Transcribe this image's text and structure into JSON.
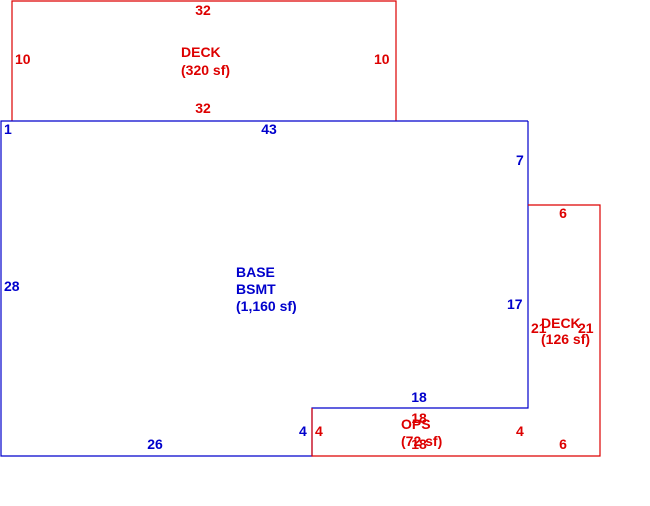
{
  "colors": {
    "base": "#0000cc",
    "addition": "#dd0000"
  },
  "deck_top": {
    "name": "DECK",
    "area": "(320 sf)",
    "dim_top": "32",
    "dim_bottom": "32",
    "dim_left": "10",
    "dim_right": "10"
  },
  "base": {
    "name_line1": "BASE",
    "name_line2": "BSMT",
    "area": "(1,160 sf)",
    "dim_top": "43",
    "dim_corner": "1",
    "dim_left": "28",
    "dim_right_upper": "7",
    "dim_right_lower": "17",
    "dim_bottom": "26",
    "dim_notch_vertical": "4",
    "dim_notch_horizontal": "18"
  },
  "deck_right": {
    "name": "DECK",
    "area": "(126 sf)",
    "dim_top": "6",
    "dim_bottom": "6",
    "dim_left": "21",
    "dim_right": "21"
  },
  "ops": {
    "name": "OPS",
    "area": "(72 sf)",
    "dim_top": "18",
    "dim_bottom": "18",
    "dim_left": "4",
    "dim_right": "4"
  }
}
